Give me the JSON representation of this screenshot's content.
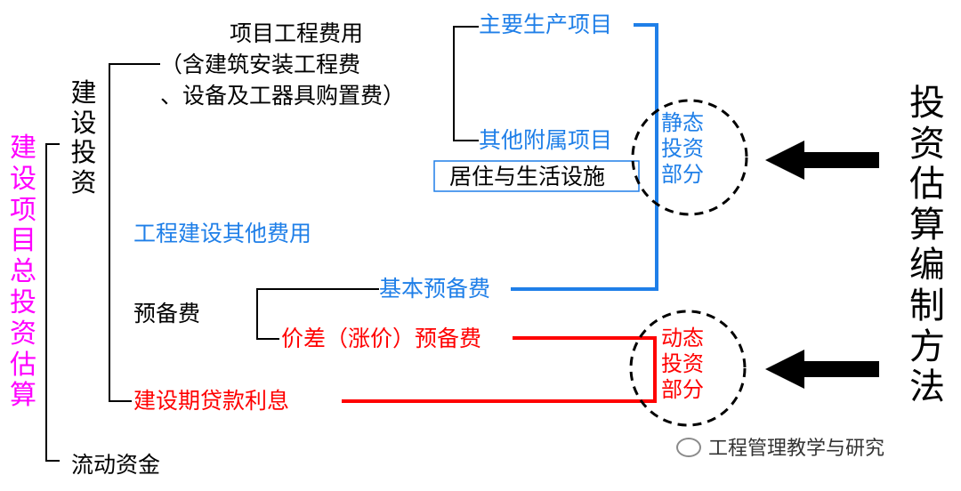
{
  "root": {
    "title": "建设项目总投资估算",
    "color": "#ff00ff"
  },
  "level1": {
    "construction_investment": "建设投资",
    "working_capital": "流动资金"
  },
  "level2": {
    "project_cost_title": "项目工程费用",
    "project_cost_detail_1": "（含建筑安装工程费",
    "project_cost_detail_2": "、设备及工器具购置费）",
    "other_costs": "工程建设其他费用",
    "contingency": "预备费",
    "loan_interest": "建设期贷款利息"
  },
  "level3": {
    "main_production": "主要生产项目",
    "auxiliary": "其他附属项目",
    "living_facilities": "居住与生活设施",
    "basic_contingency": "基本预备费",
    "price_contingency": "价差（涨价）预备费"
  },
  "groups": {
    "static_label": "静态投资部分",
    "dynamic_label": "动态投资部分"
  },
  "method_label": "投资估算编制方法",
  "watermark": "工程管理教学与研究",
  "colors": {
    "black_line": "#000000",
    "blue": "#1f7fe8",
    "red": "#ff0000",
    "magenta": "#ff00ff",
    "arrow": "#000000"
  },
  "icons": {
    "arrow_static": "left-arrow-icon",
    "arrow_dynamic": "left-arrow-icon",
    "watermark": "wechat-icon"
  }
}
